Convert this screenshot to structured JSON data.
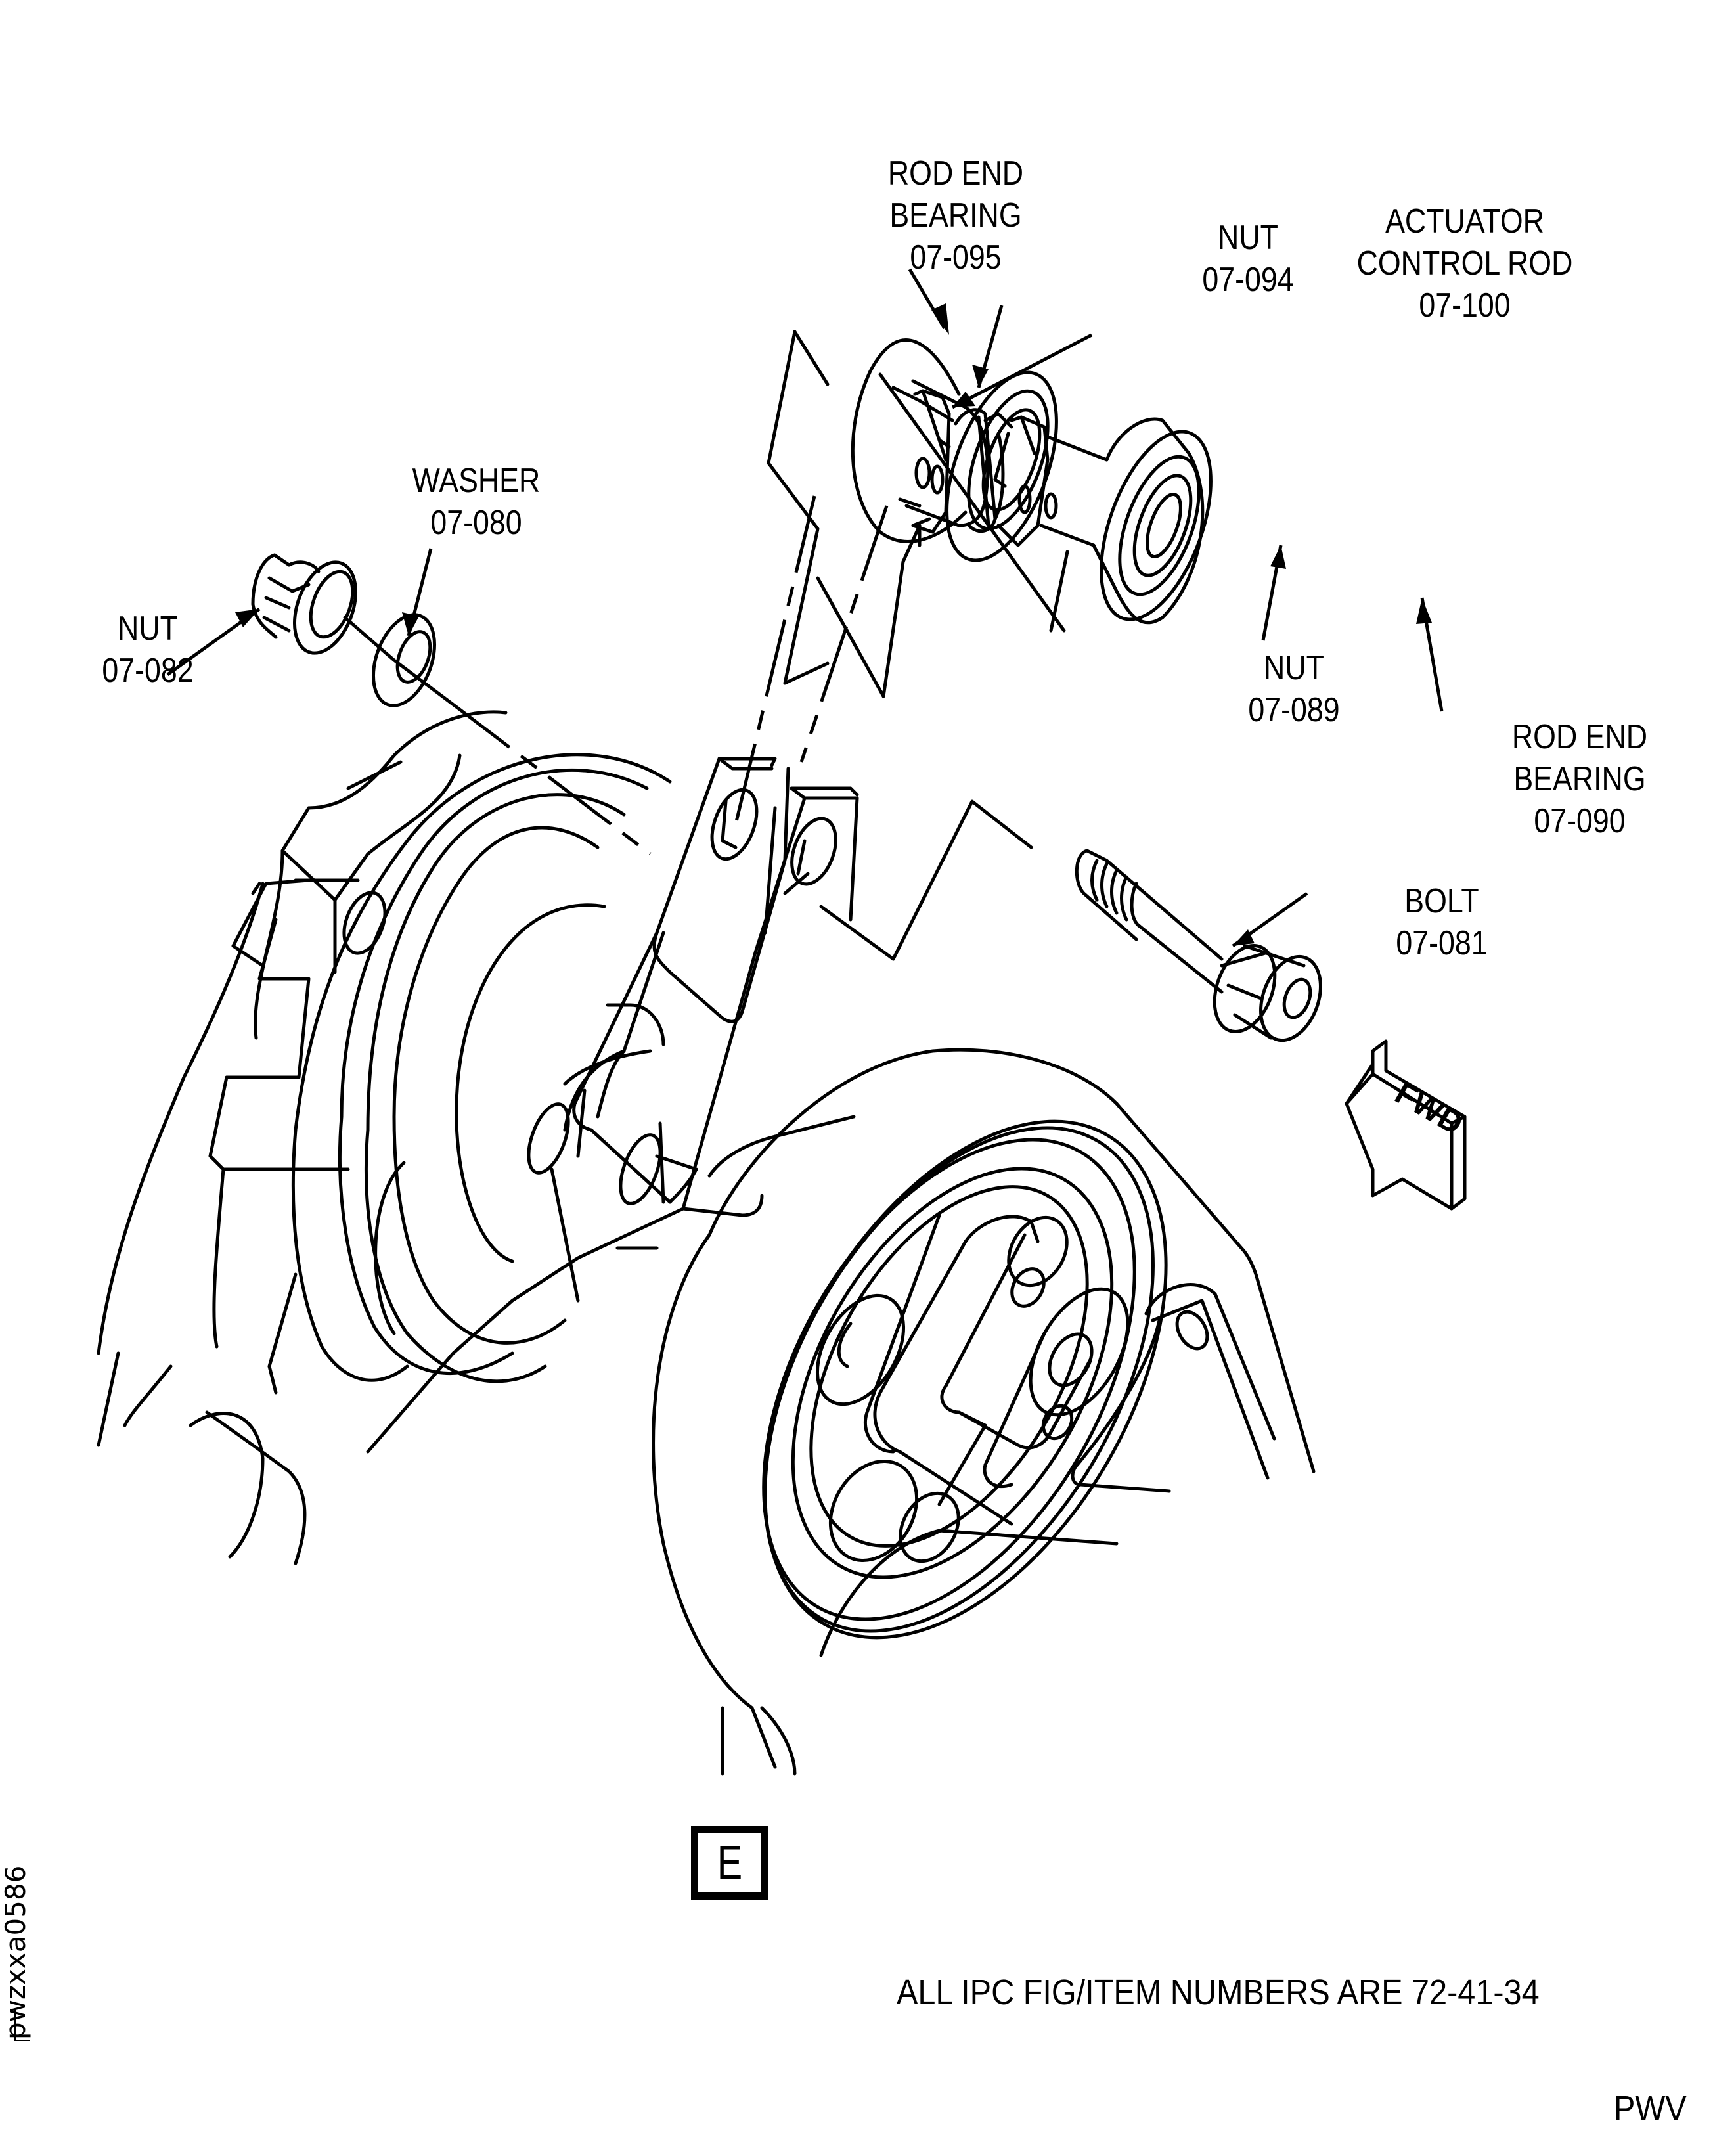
{
  "figure": {
    "type": "exploded-view illustration",
    "view_label": "E",
    "figure_id": "pwzxxa0586",
    "footer_note": "ALL IPC FIG/ITEM NUMBERS ARE 72-41-34",
    "footer_code": "PWV",
    "direction_arrow": "FWD"
  },
  "callouts": [
    {
      "id": "rod-end-bearing-095",
      "lines": [
        "ROD END",
        "BEARING",
        "07-095"
      ]
    },
    {
      "id": "nut-094",
      "lines": [
        "NUT",
        "07-094"
      ]
    },
    {
      "id": "actuator-control-rod-100",
      "lines": [
        "ACTUATOR",
        "CONTROL ROD",
        "07-100"
      ]
    },
    {
      "id": "washer-080",
      "lines": [
        "WASHER",
        "07-080"
      ]
    },
    {
      "id": "nut-082",
      "lines": [
        "NUT",
        "07-082"
      ]
    },
    {
      "id": "nut-089",
      "lines": [
        "NUT",
        "07-089"
      ]
    },
    {
      "id": "rod-end-bearing-090",
      "lines": [
        "ROD END",
        "BEARING",
        "07-090"
      ]
    },
    {
      "id": "bolt-081",
      "lines": [
        "BOLT",
        "07-081"
      ]
    }
  ],
  "parts": [
    {
      "name": "ROD END BEARING",
      "item": "07-095"
    },
    {
      "name": "NUT",
      "item": "07-094"
    },
    {
      "name": "ACTUATOR CONTROL ROD",
      "item": "07-100"
    },
    {
      "name": "WASHER",
      "item": "07-080"
    },
    {
      "name": "NUT",
      "item": "07-082"
    },
    {
      "name": "NUT",
      "item": "07-089"
    },
    {
      "name": "ROD END BEARING",
      "item": "07-090"
    },
    {
      "name": "BOLT",
      "item": "07-081"
    }
  ]
}
